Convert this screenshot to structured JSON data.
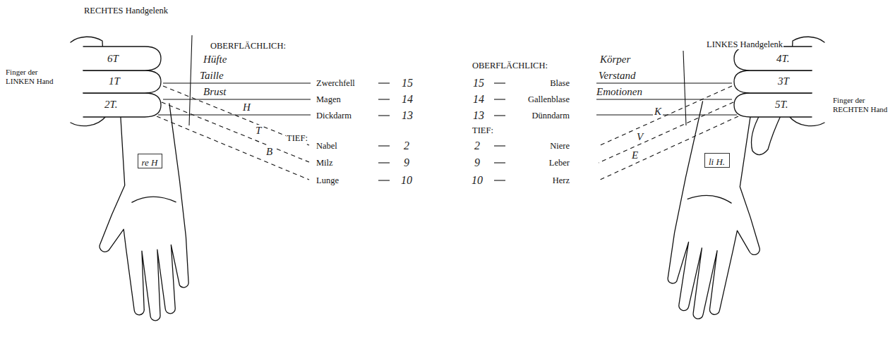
{
  "diagram": {
    "nodes": [
      {
        "text": [
          "re H"
        ]
      },
      {
        "text": [
          "li H."
        ]
      }
    ],
    "labels": [
      "RECHTES Handgelenk",
      "Finger der LINKEN Hand",
      "6T",
      "1T",
      "2T.",
      "OBERFLÄCHLICH:",
      "Hüfte",
      "Taille",
      "Brust",
      "Zwerchfell",
      "Magen",
      "Dickdarm",
      "15",
      "14",
      "13",
      "H",
      "T",
      "B",
      "TIEF:",
      "Nabel",
      "Milz",
      "Lunge",
      "2",
      "9",
      "10",
      "LINKES Handgelenk",
      "Finger der RECHTEN Hand",
      "4T.",
      "3T",
      "5T.",
      "OBERFLÄCHLICH:",
      "15",
      "14",
      "13",
      "Blase",
      "Gallenblase",
      "Dünndarm",
      "Körper",
      "Verstand",
      "Emotionen",
      "TIEF:",
      "2",
      "9",
      "10",
      "Niere",
      "Leber",
      "Herz",
      "K",
      "V",
      "E"
    ]
  }
}
